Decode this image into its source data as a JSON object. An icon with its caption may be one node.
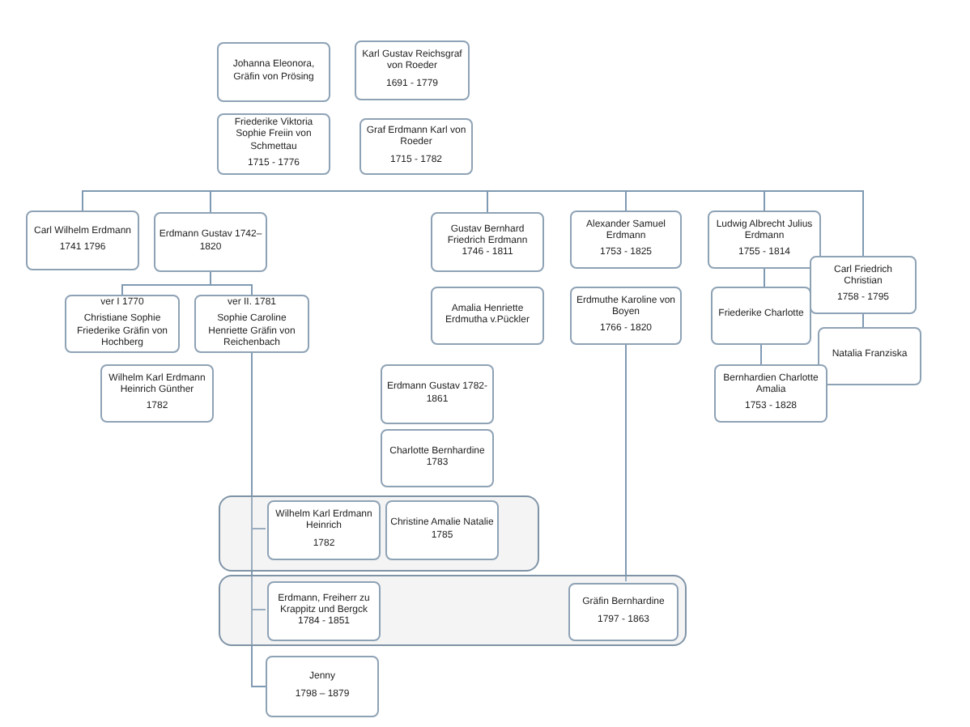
{
  "diagram": {
    "nodes": [
      {
        "text": [
          "Johanna Eleonora, Gräfin von Prösing"
        ]
      },
      {
        "text": [
          "Karl Gustav Reichsgraf von Roeder",
          "1691 - 1779"
        ]
      },
      {
        "text": [
          "Friederike Viktoria Sophie Freiin von Schmettau",
          "1715 - 1776"
        ]
      },
      {
        "text": [
          "Graf Erdmann Karl von Roeder",
          "1715 - 1782"
        ]
      },
      {
        "text": [
          "Carl Wilhelm Erdmann",
          "1741 1796"
        ]
      },
      {
        "text": [
          "Erdmann Gustav 1742– 1820"
        ]
      },
      {
        "text": [
          "Gustav Bernhard Friedrich Erdmann 1746 - 1811"
        ]
      },
      {
        "text": [
          "Alexander Samuel Erdmann",
          "1753 - 1825"
        ]
      },
      {
        "text": [
          "Ludwig Albrecht Julius Erdmann",
          "1755 - 1814"
        ]
      },
      {
        "text": [
          "Carl Friedrich Christian",
          "1758 - 1795"
        ]
      },
      {
        "text": [
          "ver I 1770",
          "Christiane Sophie Friederike Gräfin von Hochberg"
        ]
      },
      {
        "text": [
          "ver II. 1781",
          "Sophie Caroline Henriette Gräfin von Reichenbach"
        ]
      },
      {
        "text": [
          "Amalia Henriette Erdmutha v.Pückler"
        ]
      },
      {
        "text": [
          "Erdmuthe Karoline von Boyen",
          "1766 - 1820"
        ]
      },
      {
        "text": [
          "Friederike Charlotte"
        ]
      },
      {
        "text": [
          "Natalia Franziska"
        ]
      },
      {
        "text": [
          "Wilhelm Karl Erdmann Heinrich Günther",
          "1782"
        ]
      },
      {
        "text": [
          "Erdmann Gustav 1782- 1861"
        ]
      },
      {
        "text": [
          "Bernhardien Charlotte Amalia",
          "1753 - 1828"
        ]
      },
      {
        "text": [
          "Charlotte Bernhardine 1783"
        ]
      },
      {
        "text": [],
        "shape": "box"
      },
      {
        "text": [
          "Wilhelm Karl Erdmann Heinrich",
          "1782"
        ],
        "in": 20
      },
      {
        "text": [
          "Christine Amalie Natalie 1785"
        ],
        "in": 20
      },
      {
        "text": [],
        "shape": "box"
      },
      {
        "text": [
          "Erdmann, Freiherr zu Krappitz und Bergck 1784 - 1851"
        ],
        "in": 23
      },
      {
        "text": [
          "Gräfin Bernhardine",
          "1797 - 1863"
        ],
        "in": 23
      },
      {
        "text": [
          "Jenny",
          "1798 – 1879"
        ]
      }
    ],
    "edges": [
      {
        "from": null,
        "to": 4,
        "arrow": "none"
      },
      {
        "from": null,
        "to": 5,
        "arrow": "none"
      },
      {
        "from": null,
        "to": 6,
        "arrow": "none"
      },
      {
        "from": null,
        "to": 7,
        "arrow": "none"
      },
      {
        "from": null,
        "to": 8,
        "arrow": "none"
      },
      {
        "from": null,
        "to": 9,
        "arrow": "none"
      },
      {
        "from": 5,
        "to": 10,
        "arrow": "none"
      },
      {
        "from": 5,
        "to": 11,
        "arrow": "none"
      },
      {
        "from": 11,
        "to": 21,
        "arrow": "none"
      },
      {
        "from": 11,
        "to": 24,
        "arrow": "none"
      },
      {
        "from": 11,
        "to": 26,
        "arrow": "none"
      },
      {
        "from": 13,
        "to": 25,
        "arrow": "none"
      },
      {
        "from": 8,
        "to": 14,
        "arrow": "none"
      },
      {
        "from": 14,
        "to": 18,
        "arrow": "none"
      },
      {
        "from": 9,
        "to": 15,
        "arrow": "none"
      }
    ]
  }
}
